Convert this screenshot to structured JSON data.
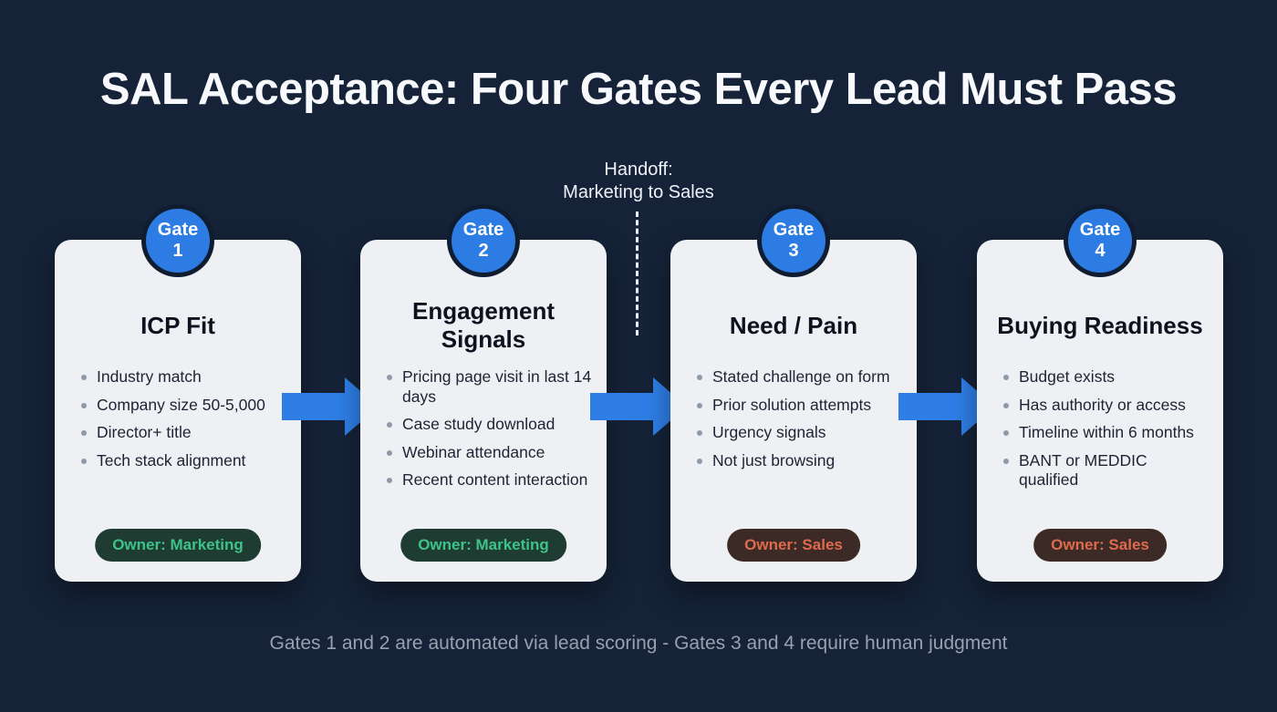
{
  "title": "SAL Acceptance: Four Gates Every Lead Must Pass",
  "handoff": {
    "line1": "Handoff:",
    "line2": "Marketing to Sales"
  },
  "footer_note": "Gates 1 and 2 are automated via lead scoring - Gates 3 and 4 require human judgment",
  "colors": {
    "background": "#152237",
    "card_background": "#eef0f3",
    "gate_badge_blue": "#2d7ce4",
    "gate_badge_ring": "#101d31",
    "arrow_blue": "#2e7ee6",
    "owner_marketing_bg": "#1e3c32",
    "owner_marketing_text": "#3dc389",
    "owner_sales_bg": "#3b2a25",
    "owner_sales_text": "#df6a4d",
    "handoff_dash": "#e9edf4",
    "footer_text": "#98a1b0"
  },
  "gates": [
    {
      "badge_label": "Gate",
      "badge_number": "1",
      "title": "ICP Fit",
      "bullets": [
        "Industry match",
        "Company size 50-5,000",
        "Director+ title",
        "Tech stack alignment"
      ],
      "owner": "Owner: Marketing",
      "owner_type": "marketing"
    },
    {
      "badge_label": "Gate",
      "badge_number": "2",
      "title": "Engagement Signals",
      "bullets": [
        "Pricing page visit in last 14 days",
        "Case study download",
        "Webinar attendance",
        "Recent content interaction"
      ],
      "owner": "Owner: Marketing",
      "owner_type": "marketing"
    },
    {
      "badge_label": "Gate",
      "badge_number": "3",
      "title": "Need / Pain",
      "bullets": [
        "Stated challenge on form",
        "Prior solution attempts",
        "Urgency signals",
        "Not just browsing"
      ],
      "owner": "Owner: Sales",
      "owner_type": "sales"
    },
    {
      "badge_label": "Gate",
      "badge_number": "4",
      "title": "Buying Readiness",
      "bullets": [
        "Budget exists",
        "Has authority or access",
        "Timeline within 6 months",
        "BANT or MEDDIC qualified"
      ],
      "owner": "Owner: Sales",
      "owner_type": "sales"
    }
  ]
}
